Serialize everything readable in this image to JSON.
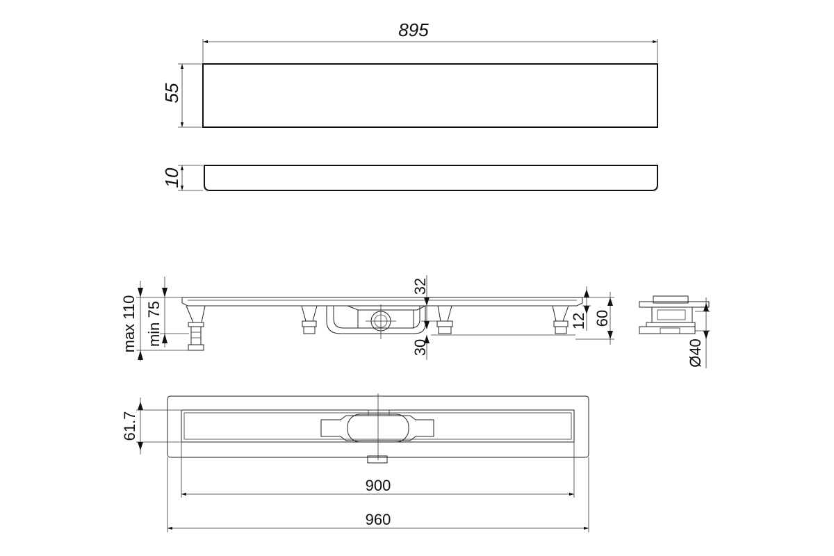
{
  "dimensions": {
    "cover_length": "895",
    "cover_height": "55",
    "grate_thickness": "10",
    "max_height": "max 110",
    "min_height": "min 75",
    "top_offset": "32",
    "bottom_offset": "30",
    "side_small": "12",
    "side_total": "60",
    "outlet_diameter": "Ø40",
    "channel_width": "61.7",
    "inner_length": "900",
    "outer_length": "960"
  },
  "colors": {
    "line": "#111111",
    "background": "#ffffff"
  }
}
